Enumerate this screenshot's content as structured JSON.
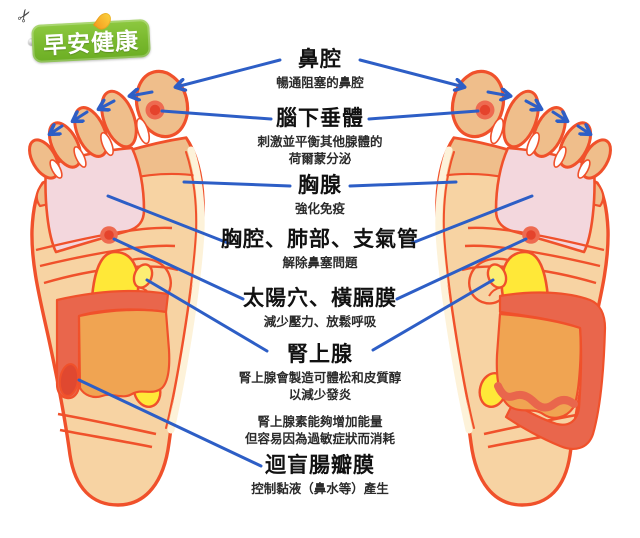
{
  "logo": {
    "text": "早安健康"
  },
  "labels": [
    {
      "id": "nasal-cavity",
      "heading": "鼻腔",
      "desc": [
        "暢通阻塞的鼻腔"
      ]
    },
    {
      "id": "pituitary-gland",
      "heading": "腦下垂體",
      "desc": [
        "刺激並平衡其他腺體的",
        "荷爾蒙分泌"
      ]
    },
    {
      "id": "thymus",
      "heading": "胸腺",
      "desc": [
        "強化免疫"
      ]
    },
    {
      "id": "chest-lungs-bronchi",
      "heading": "胸腔、肺部、支氣管",
      "desc": [
        "解除鼻塞問題"
      ]
    },
    {
      "id": "temples-diaphragm",
      "heading": "太陽穴、橫膈膜",
      "desc": [
        "減少壓力、放鬆呼吸"
      ]
    },
    {
      "id": "adrenal-glands",
      "heading": "腎上腺",
      "desc": [
        "腎上腺會製造可體松和皮質醇",
        "以減少發炎",
        "腎上腺素能夠增加能量",
        "但容易因為過敏症狀而消耗"
      ]
    },
    {
      "id": "ileocecal-valve",
      "heading": "迴盲腸瓣膜",
      "desc": [
        "控制黏液（鼻水等）產生"
      ]
    }
  ],
  "colors": {
    "outline_red": "#F0512B",
    "sole_tan": "#F7D3A3",
    "toe_tan": "#EFBE8B",
    "lung_pink": "#F3D7DD",
    "organ_yellow": "#FFE838",
    "adrenal_yellow": "#FCEE73",
    "colon_red": "#E9664C",
    "valve_red": "#E04830",
    "intestine_orange": "#F0A452",
    "pressure_dot_outer": "#EE6A50",
    "pressure_dot_inner": "#E5432C",
    "connector_blue": "#2D5EC6",
    "logo_green": "#79B92E",
    "strip_cream": "#FDF2D9"
  }
}
